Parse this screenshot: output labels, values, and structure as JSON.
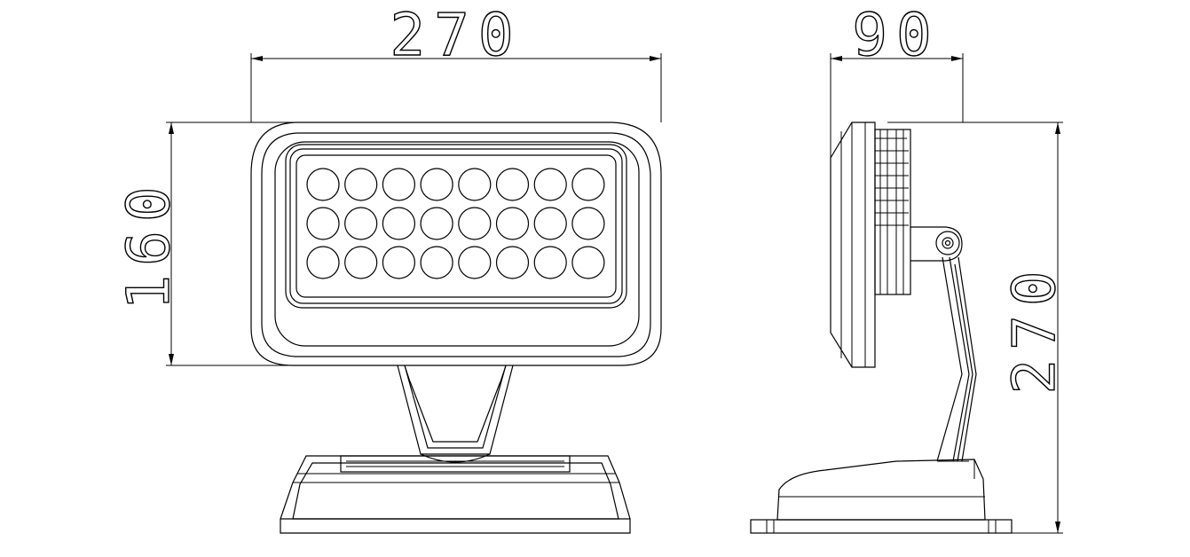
{
  "drawing": {
    "front_view": {
      "width_label": "270",
      "height_label": "160",
      "led_rows": 3,
      "led_columns": 8
    },
    "side_view": {
      "depth_label": "90",
      "total_height_label": "270"
    },
    "colors": {
      "line": "#000000",
      "background": "#ffffff"
    }
  }
}
